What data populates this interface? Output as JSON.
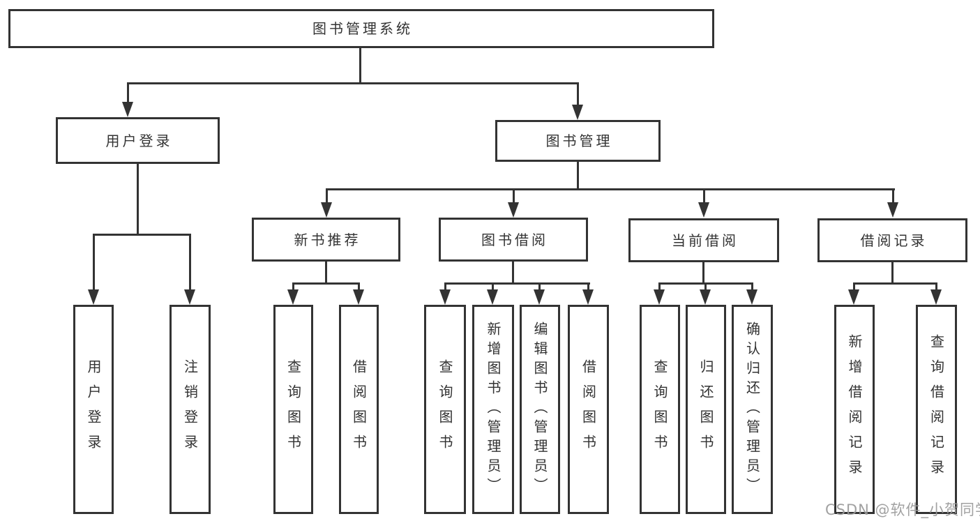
{
  "nodes": {
    "root": "图书管理系统",
    "level2": {
      "userLogin": "用户登录",
      "bookManagement": "图书管理"
    },
    "level3": {
      "newBookRecommend": "新书推荐",
      "bookBorrowing": "图书借阅",
      "currentBorrowing": "当前借阅",
      "borrowingRecords": "借阅记录"
    },
    "leaves": {
      "userLogin": "用户登录",
      "logout": "注销登录",
      "nbQuery": "查询图书",
      "nbBorrow": "借阅图书",
      "bbQuery": "查询图书",
      "bbAdd": "新增图书（管理员）",
      "bbEdit": "编辑图书（管理员）",
      "bbBorrow": "借阅图书",
      "cbQuery": "查询图书",
      "cbReturn": "归还图书",
      "cbConfirm": "确认归还（管理员）",
      "brAdd": "新增借阅记录",
      "brQuery": "查询借阅记录"
    }
  },
  "watermark": "CSDN @软件_小贺同学",
  "colors": {
    "line": "#333333",
    "background": "#ffffff",
    "watermark": "#9a9a9a"
  }
}
